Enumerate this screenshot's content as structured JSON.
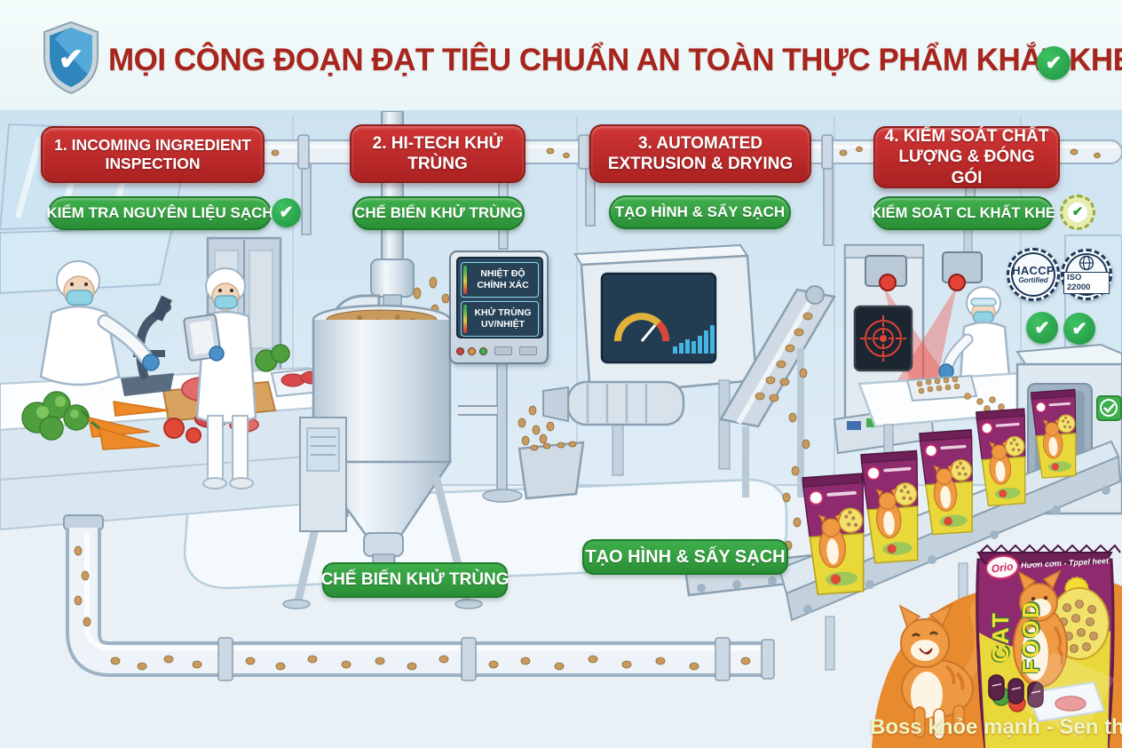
{
  "header": {
    "title": "MỌI CÔNG ĐOẠN ĐẠT TIÊU CHUẨN AN TOÀN THỰC PHẨM KHẮT KHE"
  },
  "icons": {
    "check": "✔"
  },
  "stages": [
    {
      "step": "1. INCOMING INGREDIENT INSPECTION",
      "label": "KIỂM TRA NGUYÊN LIỆU SẠCH"
    },
    {
      "step": "2. HI-TECH KHỬ TRÙNG",
      "label": "CHẾ BIẾN KHỬ TRÙNG"
    },
    {
      "step": "3. AUTOMATED EXTRUSION & DRYING",
      "label": "TẠO HÌNH & SẤY SẠCH"
    },
    {
      "step": "4. KIỂM SOÁT CHẤT LƯỢNG & ĐÓNG GÓI",
      "label": "KIỂM SOÁT CL KHẤT KHE"
    }
  ],
  "monitor": {
    "line1": "NHIỆT ĐỘ CHÍNH XÁC",
    "line2": "KHỬ TRÙNG UV/NHIỆT"
  },
  "floor_labels": {
    "sterilize": "CHẾ BIẾN KHỬ TRÙNG",
    "shaping": "TẠO HÌNH & SẤY SẠCH"
  },
  "certifications": {
    "haccp_title": "HACCP",
    "haccp_sub": "Gortified",
    "iso": "ISO 22000"
  },
  "product": {
    "brand": "Orio",
    "slogan": "Hươn cơm - Tppel heet",
    "name": "CAT FOOD"
  },
  "tagline": "Boss khỏe mạnh - Sen thành thơi",
  "colors": {
    "title_red": "#a8251d",
    "badge_red": "#b02424",
    "badge_green": "#2b9038",
    "orange_blob": "#e88a2e",
    "bag_purple": "#8e2a6e",
    "bag_yellow": "#e9d83a",
    "kibble": "#c89a5d"
  }
}
